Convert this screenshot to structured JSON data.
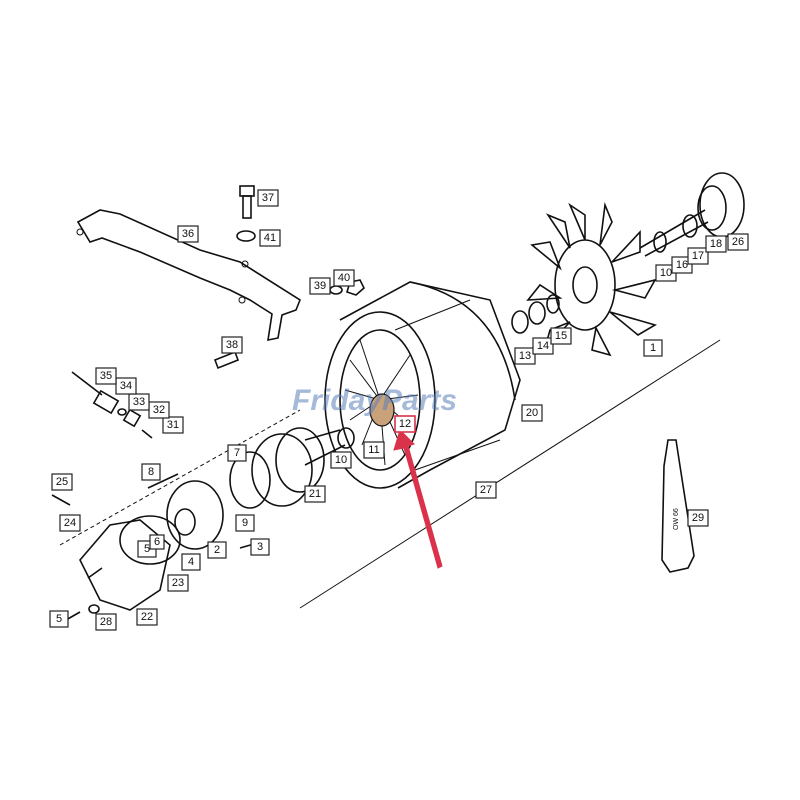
{
  "watermark": {
    "text": "FridayParts",
    "color": "#5b7fb8"
  },
  "accent_color": "#d9324a",
  "highlighted_part": "12",
  "callouts": {
    "c1": "1",
    "c2": "2",
    "c3": "3",
    "c4": "4",
    "c5a": "5",
    "c5b": "5",
    "c6": "6",
    "c7": "7",
    "c8": "8",
    "c9": "9",
    "c10a": "10",
    "c10b": "10",
    "c11": "11",
    "c12": "12",
    "c13": "13",
    "c14": "14",
    "c15": "15",
    "c16": "16",
    "c17": "17",
    "c18": "18",
    "c20": "20",
    "c21": "21",
    "c22": "22",
    "c23": "23",
    "c24": "24",
    "c25": "25",
    "c26": "26",
    "c27": "27",
    "c28": "28",
    "c29": "29",
    "c31": "31",
    "c32": "32",
    "c33": "33",
    "c34": "34",
    "c35": "35",
    "c36": "36",
    "c37": "37",
    "c38": "38",
    "c39": "39",
    "c40": "40",
    "c41": "41"
  },
  "tube_label": "OW 66"
}
